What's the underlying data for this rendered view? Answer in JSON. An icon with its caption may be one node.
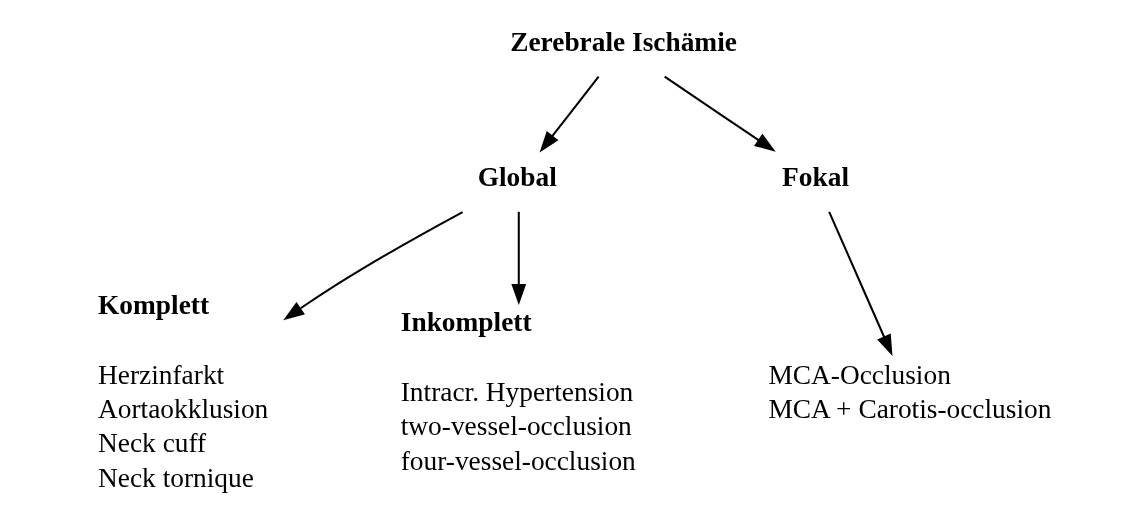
{
  "diagram": {
    "nodes": [
      {
        "text": [
          "Zerebrale Ischämie"
        ]
      },
      {
        "text": [
          "Global"
        ]
      },
      {
        "text": [
          "Fokal"
        ]
      },
      {
        "text": [
          "Komplett"
        ],
        "beside": [
          "Herzinfarkt",
          "Aortaokklusion",
          "Neck cuff",
          "Neck tornique"
        ]
      },
      {
        "text": [
          "Inkomplett"
        ],
        "beside": [
          "Intracr. Hypertension",
          "two-vessel-occlusion",
          "four-vessel-occlusion"
        ]
      },
      {
        "text": [
          "MCA-Occlusion",
          "MCA + Carotis-occlusion"
        ]
      }
    ],
    "edges": [
      {
        "from": 0,
        "to": 1,
        "arrow": "to"
      },
      {
        "from": 0,
        "to": 2,
        "arrow": "to"
      },
      {
        "from": 1,
        "to": 3,
        "arrow": "to"
      },
      {
        "from": 1,
        "to": 4,
        "arrow": "to"
      },
      {
        "from": 2,
        "to": 5,
        "arrow": "to"
      }
    ]
  }
}
